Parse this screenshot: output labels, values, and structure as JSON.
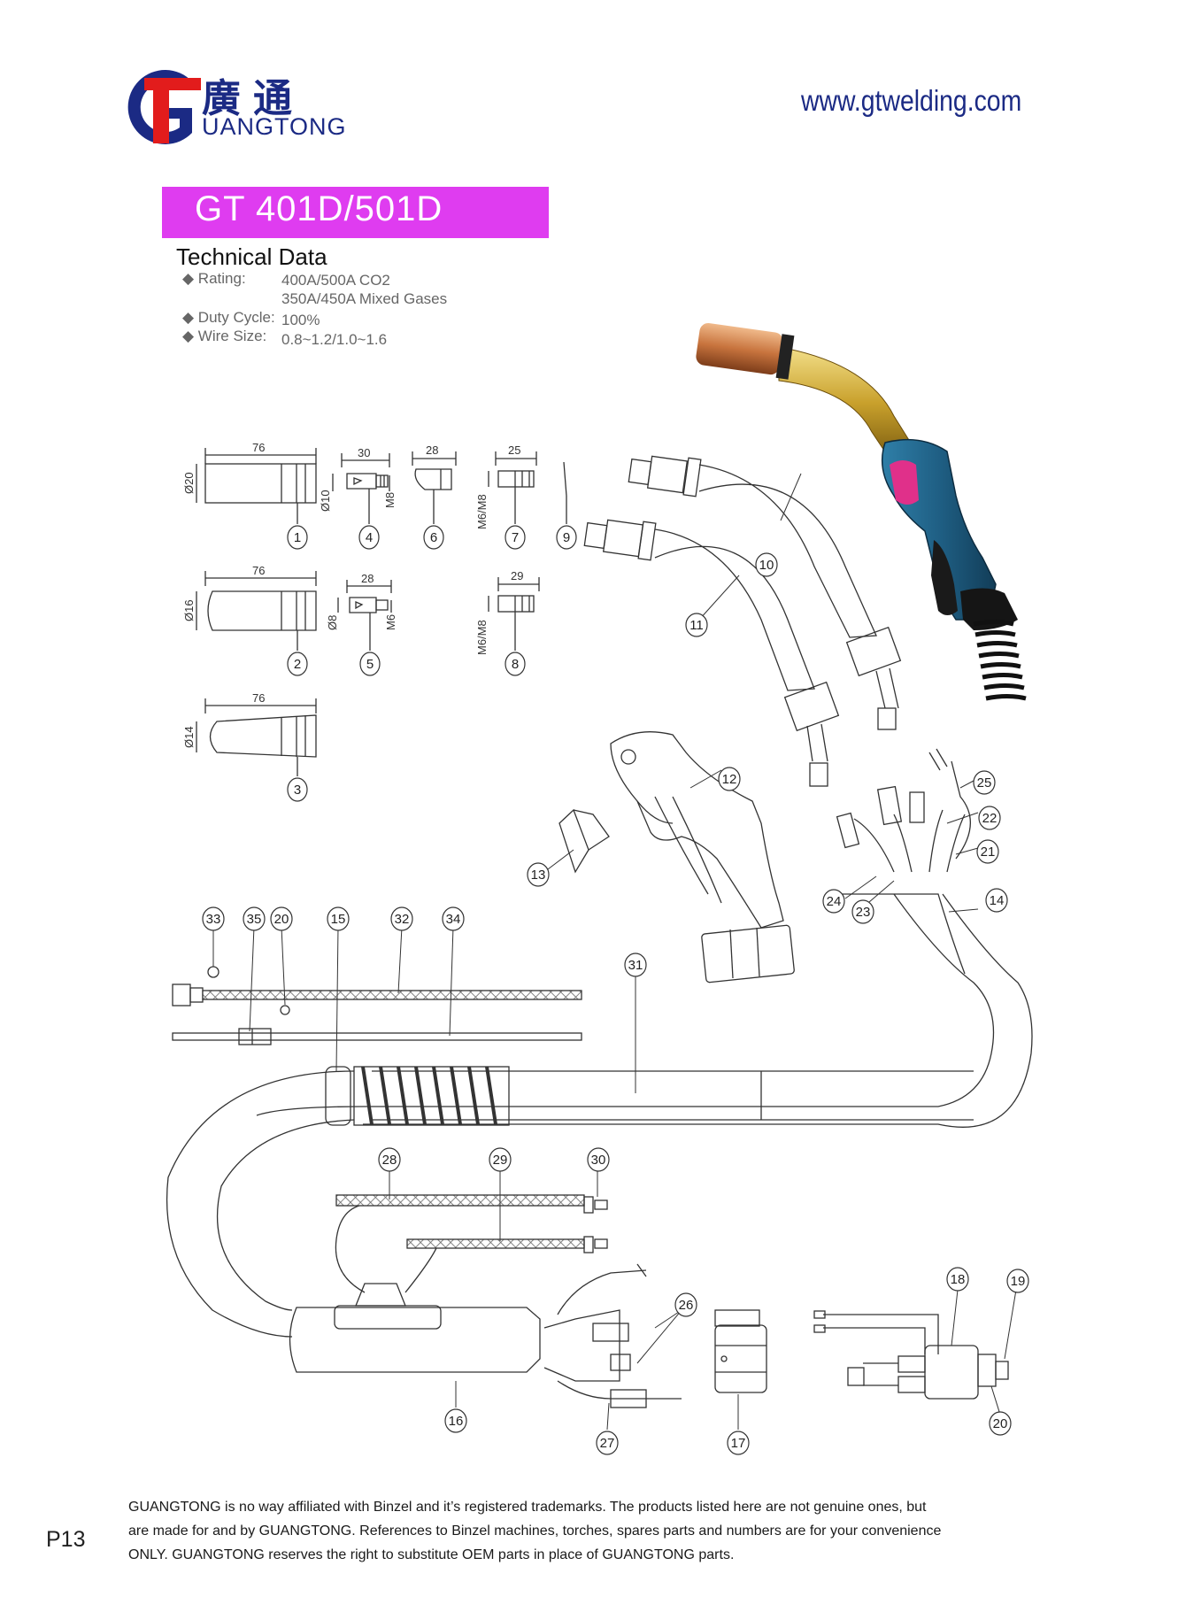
{
  "header": {
    "logo_chinese": "廣通",
    "logo_english": "UANGTONG",
    "website": "www.gtwelding.com"
  },
  "product": {
    "title": "GT 401D/501D"
  },
  "technical_data": {
    "heading": "Technical Data",
    "rating_label": "◆ Rating:",
    "rating_value_1": "400A/500A CO2",
    "rating_value_2": "350A/450A Mixed Gases",
    "duty_label": "◆ Duty Cycle:",
    "duty_value": "100%",
    "wire_label": "◆ Wire Size:",
    "wire_value": "0.8~1.2/1.0~1.6"
  },
  "dimensions": {
    "part1_len": "76",
    "part1_dia": "Ø20",
    "part2_len": "76",
    "part2_dia": "Ø16",
    "part3_len": "76",
    "part3_dia": "Ø14",
    "part4_len": "30",
    "part4_dia": "Ø10",
    "part4_thread": "M8",
    "part5_len": "28",
    "part5_dia": "Ø8",
    "part5_thread": "M6",
    "part6_len": "28",
    "part7_len": "25",
    "part7_thread": "M6/M8",
    "part8_len": "29",
    "part8_thread": "M6/M8"
  },
  "callouts": [
    "1",
    "2",
    "3",
    "4",
    "5",
    "6",
    "7",
    "8",
    "9",
    "10",
    "11",
    "12",
    "13",
    "14",
    "15",
    "16",
    "17",
    "18",
    "19",
    "20",
    "21",
    "22",
    "23",
    "24",
    "25",
    "26",
    "27",
    "28",
    "29",
    "30",
    "31",
    "32",
    "33",
    "34",
    "35"
  ],
  "footer": {
    "disclaimer_1": "GUANGTONG is no way affiliated with Binzel and it’s registered trademarks. The products listed here are not genuine ones, but",
    "disclaimer_2": "are made for and by GUANGTONG. References to Binzel machines, torches, spares parts and numbers are for your convenience",
    "disclaimer_3": "ONLY. GUANGTONG reserves the right to substitute OEM parts in place of GUANGTONG parts.",
    "page_number": "P13"
  },
  "colors": {
    "brand_blue": "#1b2a84",
    "brand_red": "#e21c1c",
    "title_magenta": "#df3cf0"
  }
}
